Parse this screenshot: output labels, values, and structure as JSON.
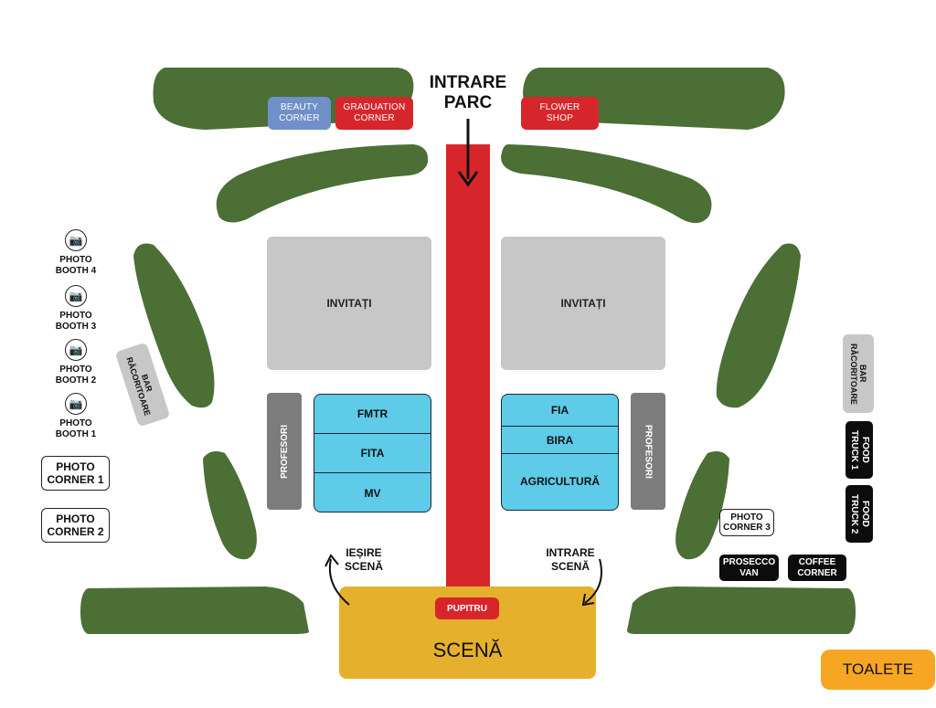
{
  "entrance": {
    "line1": "INTRARE",
    "line2": "PARC"
  },
  "top_tags": {
    "beauty": {
      "line1": "BEAUTY",
      "line2": "CORNER"
    },
    "graduation": {
      "line1": "GRADUATION",
      "line2": "CORNER"
    },
    "flower": {
      "line1": "FLOWER",
      "line2": "SHOP"
    }
  },
  "guests_left": "INVITAȚI",
  "guests_right": "INVITAȚI",
  "professors_left": "PROFESORI",
  "professors_right": "PROFESORI",
  "faculties_left": [
    "FMTR",
    "FITA",
    "MV"
  ],
  "faculties_right": [
    "FIA",
    "BIRA",
    "AGRICULTURĂ"
  ],
  "photo_booths": [
    {
      "line1": "PHOTO",
      "line2": "BOOTH 4"
    },
    {
      "line1": "PHOTO",
      "line2": "BOOTH 3"
    },
    {
      "line1": "PHOTO",
      "line2": "BOOTH 2"
    },
    {
      "line1": "PHOTO",
      "line2": "BOOTH 1"
    }
  ],
  "photo_corners": [
    {
      "line1": "PHOTO",
      "line2": "CORNER 1"
    },
    {
      "line1": "PHOTO",
      "line2": "CORNER 2"
    },
    {
      "line1": "PHOTO",
      "line2": "CORNER 3"
    }
  ],
  "bar_left": {
    "line1": "BAR",
    "line2": "RĂCORITOARE"
  },
  "bar_right": {
    "line1": "BAR",
    "line2": "RĂCORITOARE"
  },
  "food_trucks": [
    {
      "line1": "FOOD",
      "line2": "TRUCK 1"
    },
    {
      "line1": "FOOD",
      "line2": "TRUCK 2"
    }
  ],
  "prosecco": {
    "line1": "PROSECCO",
    "line2": "VAN"
  },
  "coffee": {
    "line1": "COFFEE",
    "line2": "CORNER"
  },
  "exit_stage": {
    "line1": "IEȘIRE",
    "line2": "SCENĂ"
  },
  "enter_stage": {
    "line1": "INTRARE",
    "line2": "SCENĂ"
  },
  "lectern": "PUPITRU",
  "stage": "SCENĂ",
  "toilets": "TOALETE",
  "colors": {
    "hedge": "#4b6f35",
    "aisle": "#d7262b",
    "stage": "#e5b02b",
    "toilets": "#f6a623",
    "faculty": "#5ecbe8",
    "guests": "#c8c7c8",
    "beauty": "#6f90c9"
  }
}
